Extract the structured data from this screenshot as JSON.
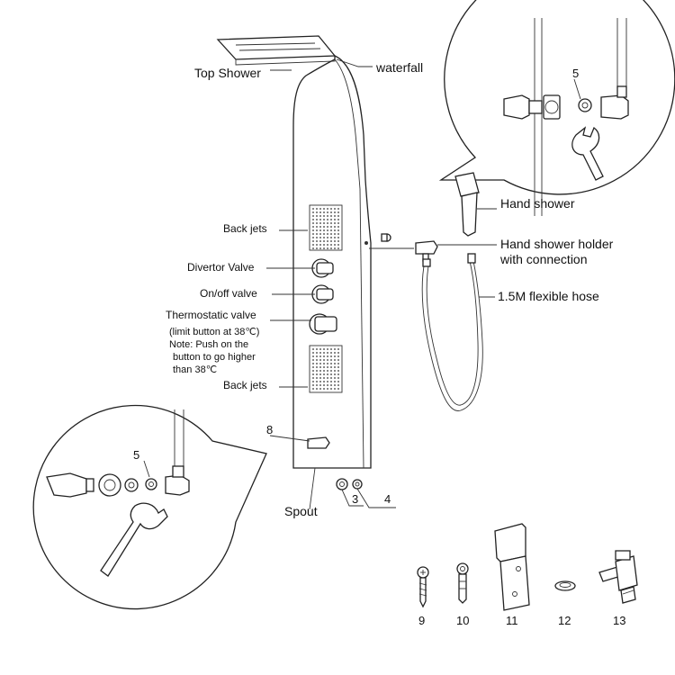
{
  "labels": {
    "top_shower": "Top Shower",
    "waterfall": "waterfall",
    "back_jets_top": "Back jets",
    "divertor_valve": "Divertor Valve",
    "onoff_valve": "On/off valve",
    "thermostatic_valve": "Thermostatic valve",
    "limit_button": "(limit button at 38℃)",
    "note_line1": "Note: Push on the",
    "note_line2": "button to go higher",
    "note_line3": "than 38℃",
    "back_jets_bottom": "Back jets",
    "spout": "Spout",
    "hand_shower": "Hand shower",
    "hand_shower_holder_1": "Hand shower holder",
    "hand_shower_holder_2": "with connection",
    "flexible_hose": "1.5M flexible hose"
  },
  "numbers": {
    "n5_top": "5",
    "n5_bottom": "5",
    "n8": "8",
    "n3": "3",
    "n4": "4",
    "n9": "9",
    "n10": "10",
    "n11": "11",
    "n12": "12",
    "n13": "13"
  },
  "colors": {
    "line": "#222222",
    "background": "#ffffff"
  }
}
